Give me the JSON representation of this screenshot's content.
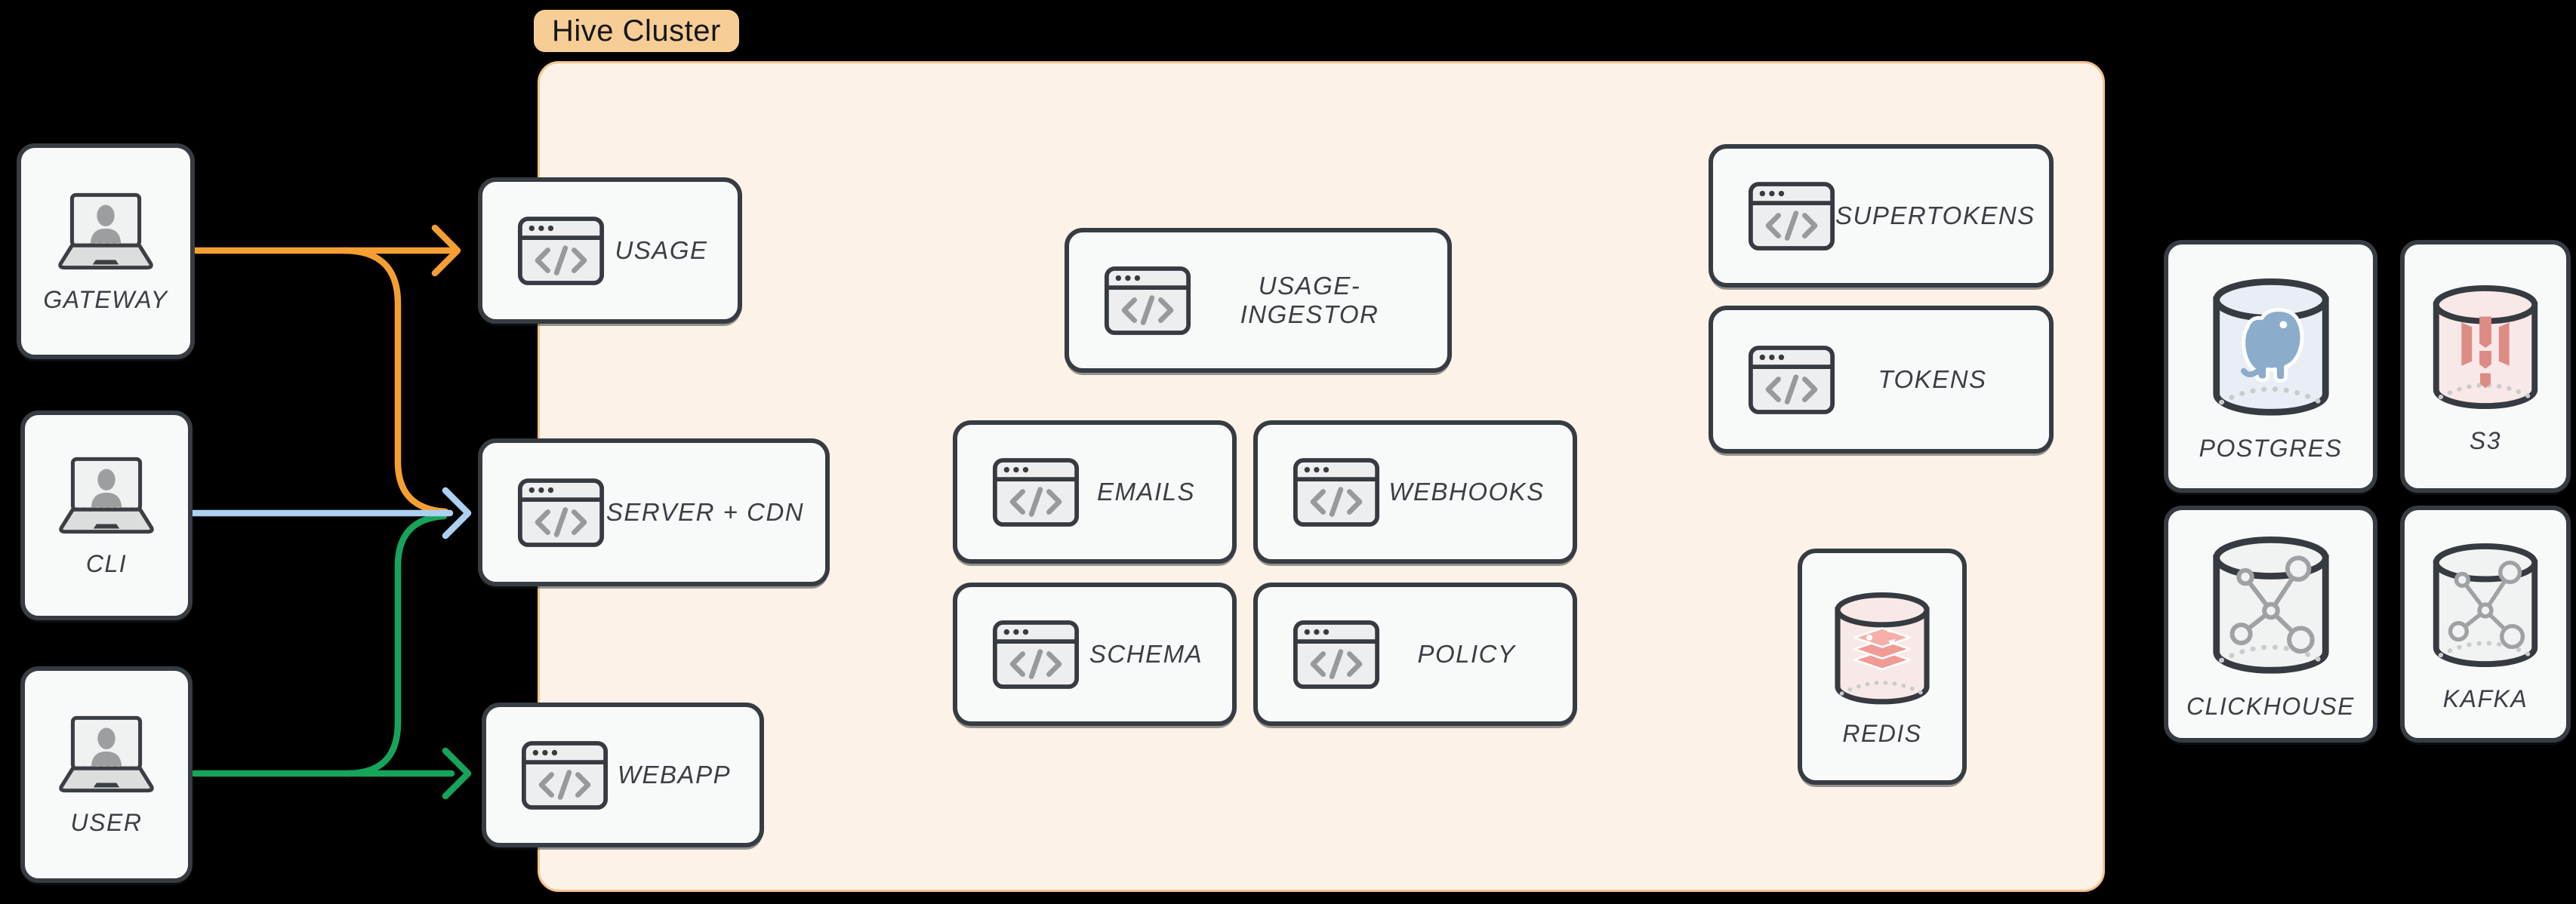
{
  "cluster": {
    "label": "Hive Cluster"
  },
  "actors": {
    "gateway": {
      "label": "GATEWAY"
    },
    "cli": {
      "label": "CLI"
    },
    "user": {
      "label": "USER"
    }
  },
  "services": {
    "usage": {
      "label": "USAGE"
    },
    "server_cdn": {
      "label": "SERVER + CDN"
    },
    "webapp": {
      "label": "WEBAPP"
    },
    "usage_ingestor": {
      "label": "USAGE-INGESTOR"
    },
    "emails": {
      "label": "EMAILS"
    },
    "webhooks": {
      "label": "WEBHOOKS"
    },
    "schema": {
      "label": "SCHEMA"
    },
    "policy": {
      "label": "POLICY"
    },
    "supertokens": {
      "label": "SUPERTOKENS"
    },
    "tokens": {
      "label": "TOKENS"
    },
    "redis": {
      "label": "REDIS"
    }
  },
  "datastores": {
    "postgres": {
      "label": "POSTGRES"
    },
    "s3": {
      "label": "S3"
    },
    "clickhouse": {
      "label": "CLICKHOUSE"
    },
    "kafka": {
      "label": "KAFKA"
    }
  },
  "edges": [
    {
      "from": "GATEWAY",
      "to": "USAGE",
      "color": "#F59F33"
    },
    {
      "from": "GATEWAY",
      "to": "SERVER + CDN",
      "color": "#F59F33"
    },
    {
      "from": "CLI",
      "to": "SERVER + CDN",
      "color": "#ABD0F0"
    },
    {
      "from": "USER",
      "to": "SERVER + CDN",
      "color": "#16A45A"
    },
    {
      "from": "USER",
      "to": "WEBAPP",
      "color": "#16A45A"
    }
  ],
  "colors": {
    "background": "#000000",
    "cluster_fill": "#FCF2E8",
    "cluster_border": "#F2C38B",
    "badge_fill": "#F7CD96",
    "node_fill": "#F8F9F9",
    "node_border": "#363C42",
    "label_text": "#3A4045",
    "arrow_orange": "#F59F33",
    "arrow_blue": "#ABD0F0",
    "arrow_green": "#16A45A"
  }
}
